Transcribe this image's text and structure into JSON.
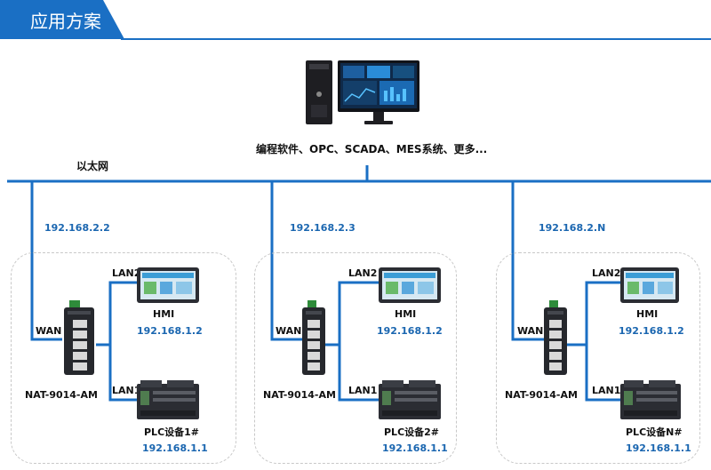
{
  "header": {
    "title": "应用方案"
  },
  "computer": {
    "caption": "编程软件、OPC、SCADA、MES系统、更多..."
  },
  "network": {
    "label": "以太网"
  },
  "groups": [
    {
      "wan_ip": "192.168.2.2",
      "wan_label": "WAN",
      "device": "NAT-9014-AM",
      "lan2": "LAN2",
      "lan1": "LAN1",
      "hmi": "HMI",
      "hmi_ip": "192.168.1.2",
      "plc": "PLC设备1#",
      "plc_ip": "192.168.1.1"
    },
    {
      "wan_ip": "192.168.2.3",
      "wan_label": "WAN",
      "device": "NAT-9014-AM",
      "lan2": "LAN2",
      "lan1": "LAN1",
      "hmi": "HMI",
      "hmi_ip": "192.168.1.2",
      "plc": "PLC设备2#",
      "plc_ip": "192.168.1.1"
    },
    {
      "wan_ip": "192.168.2.N",
      "wan_label": "WAN",
      "device": "NAT-9014-AM",
      "lan2": "LAN2",
      "lan1": "LAN1",
      "hmi": "HMI",
      "hmi_ip": "192.168.1.2",
      "plc": "PLC设备N#",
      "plc_ip": "192.168.1.1"
    }
  ],
  "colors": {
    "accent": "#1a6fc4",
    "ip_text": "#1a66b0",
    "box_border": "#c8c8c8"
  }
}
